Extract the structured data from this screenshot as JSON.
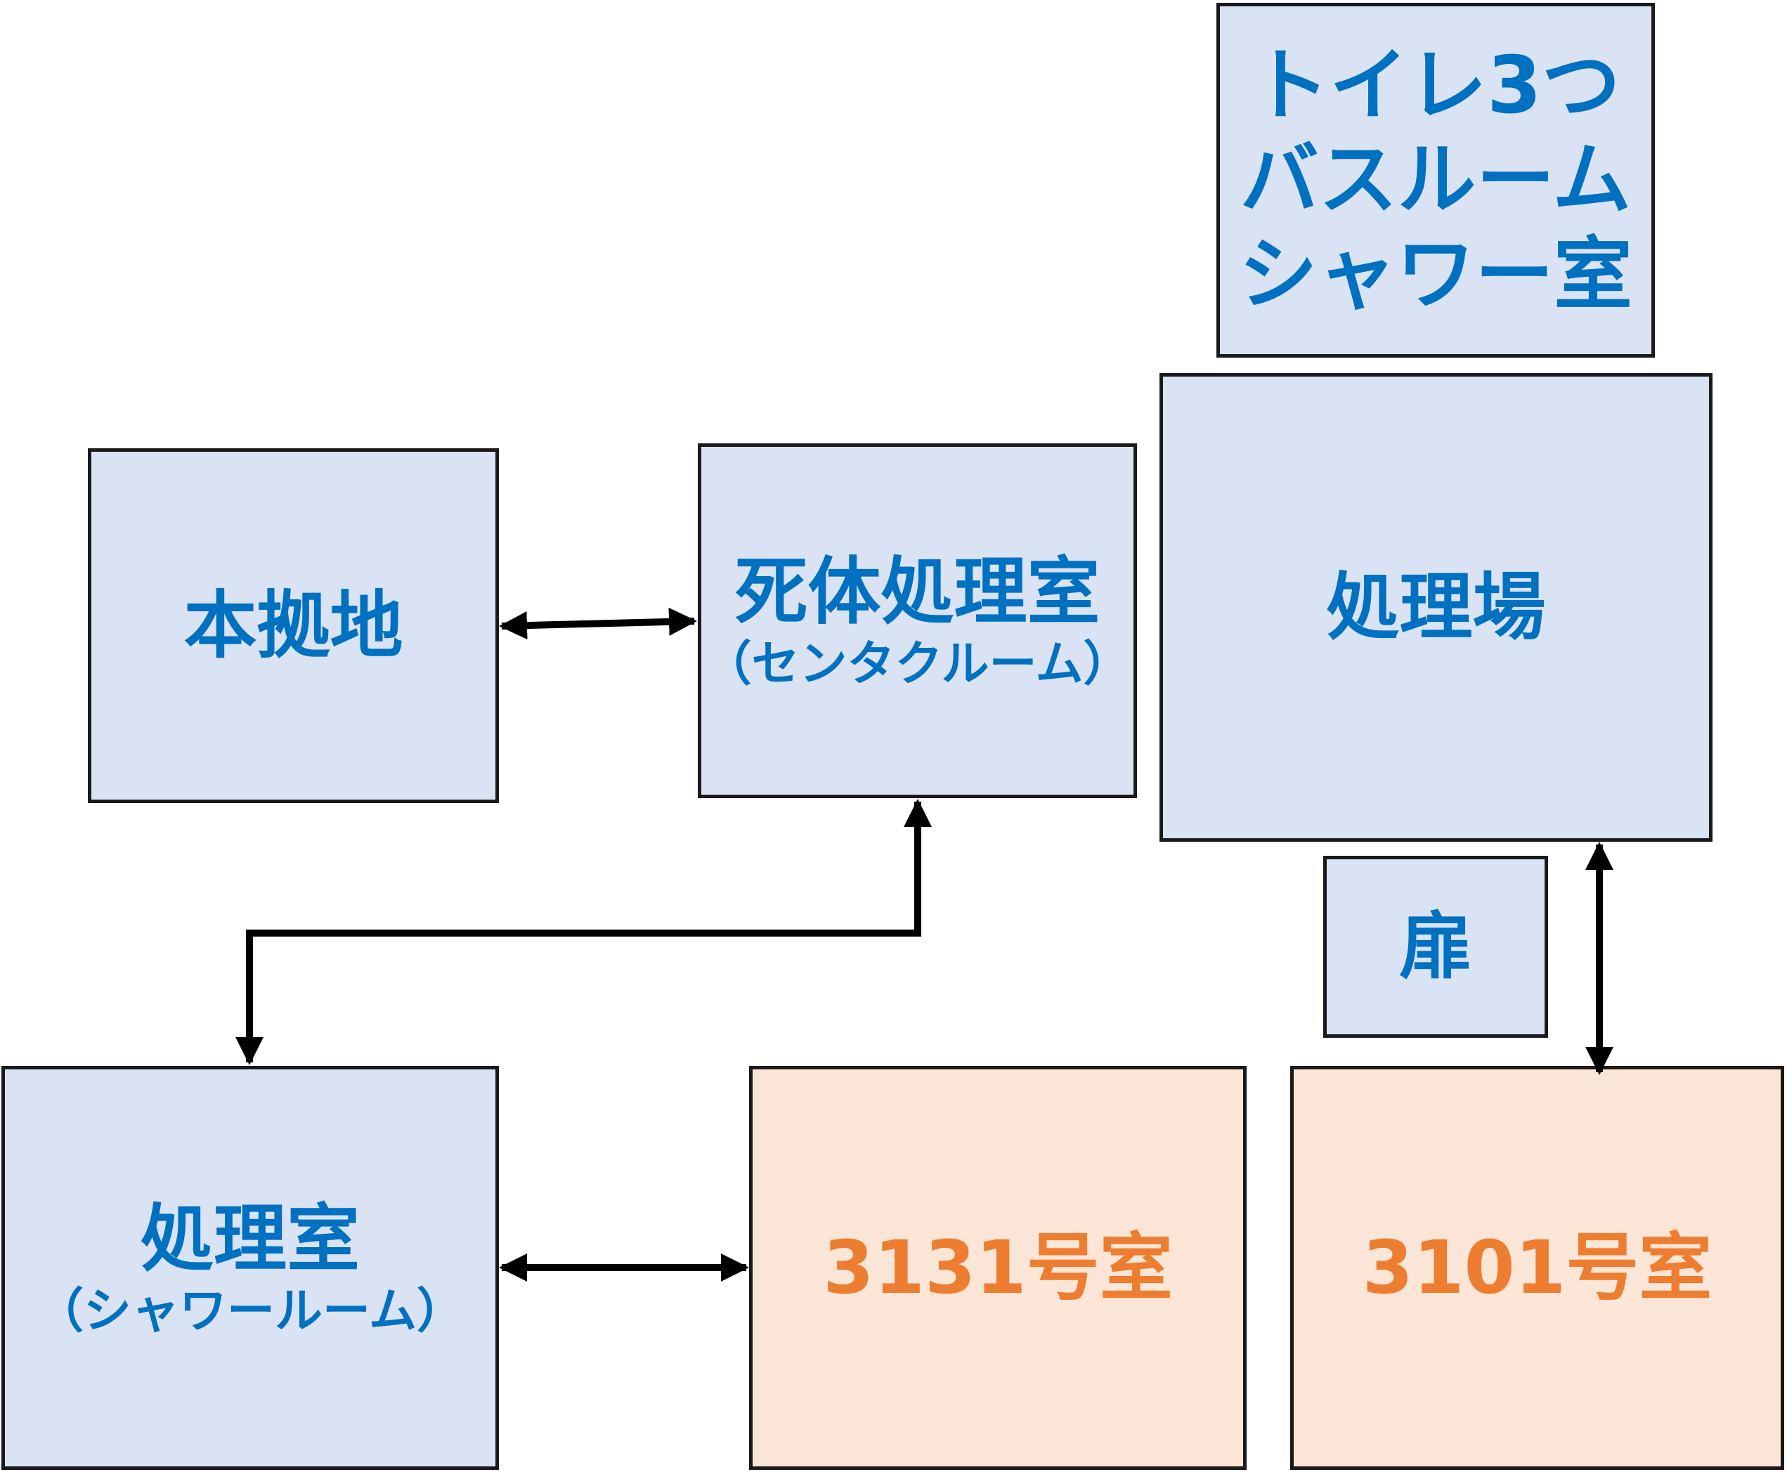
{
  "diagram": {
    "boxes": {
      "toilet": {
        "lines": [
          "トイレ3つ",
          "バスルーム",
          "シャワー室"
        ]
      },
      "main_base": {
        "label": "本拠地"
      },
      "corpse_room": {
        "label": "死体処理室",
        "sub": "（センタクルーム）"
      },
      "processing_site": {
        "label": "処理場"
      },
      "door": {
        "label": "扉"
      },
      "processing_room": {
        "label": "処理室",
        "sub": "（シャワールーム）"
      },
      "room_3131": {
        "label": "3131号室"
      },
      "room_3101": {
        "label": "3101号室"
      }
    },
    "colors": {
      "box_fill_blue": "#dae3f3",
      "box_fill_orange": "#fbe5d6",
      "text_blue": "#0070c0",
      "text_orange": "#ed7d31",
      "border": "#1a1a1a"
    },
    "connections": [
      {
        "from": "main_base",
        "to": "corpse_room",
        "type": "bidirectional"
      },
      {
        "from": "corpse_room",
        "to": "processing_room",
        "type": "bidirectional"
      },
      {
        "from": "processing_room",
        "to": "room_3131",
        "type": "bidirectional"
      },
      {
        "from": "processing_site",
        "to": "room_3101",
        "type": "bidirectional"
      }
    ]
  }
}
